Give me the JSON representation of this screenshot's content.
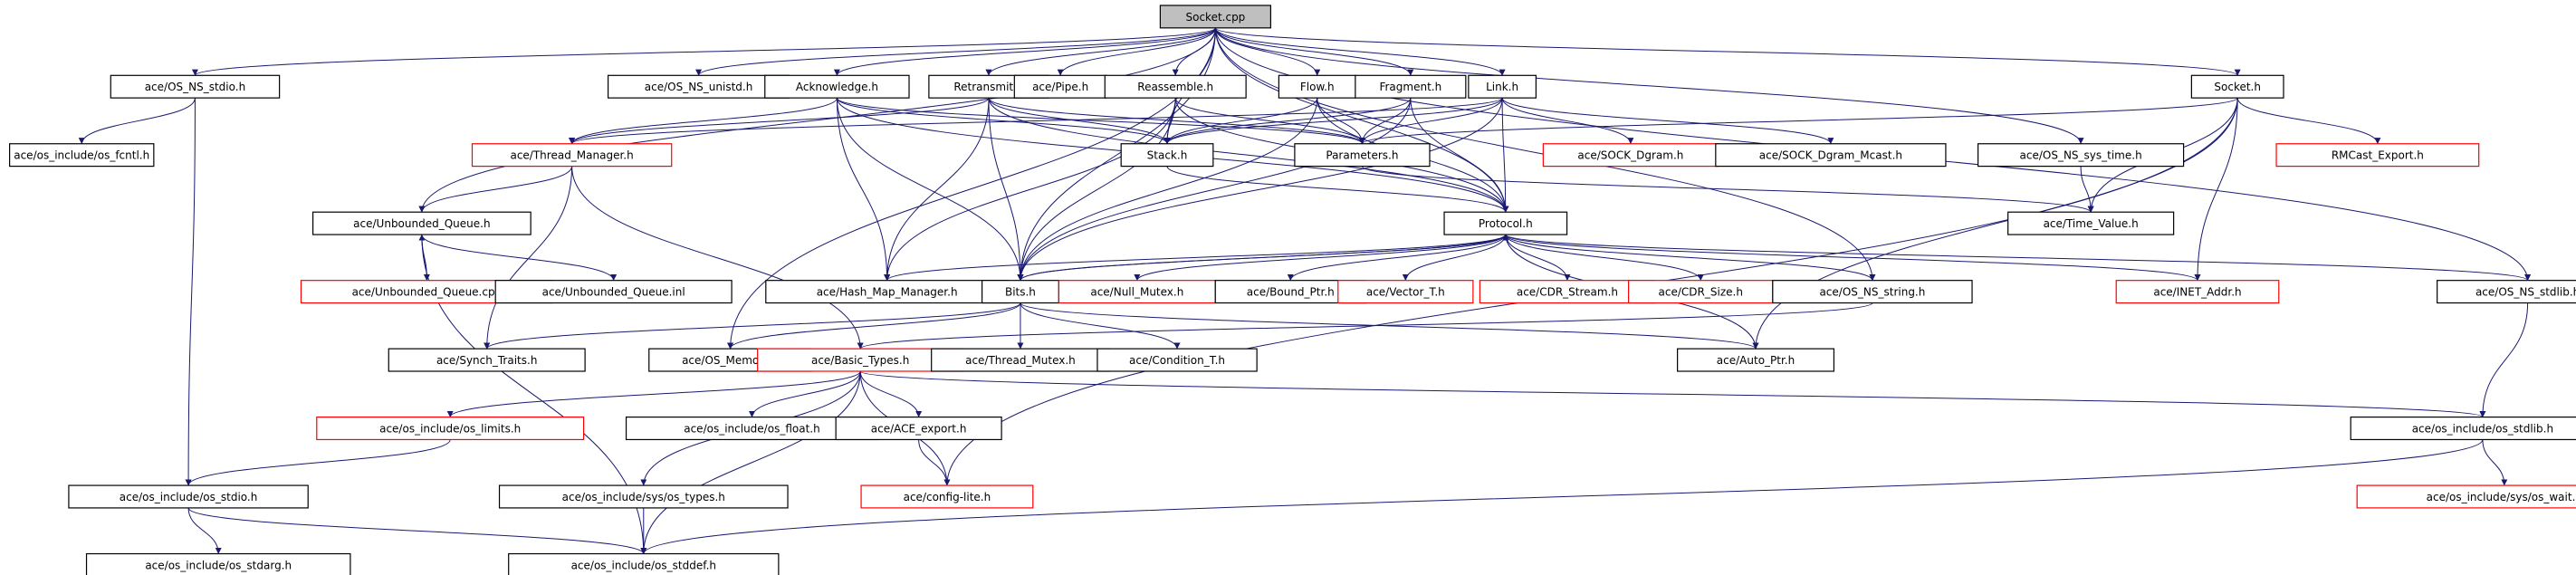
{
  "colors": {
    "edge": "#191970",
    "border_default": "#000000",
    "border_external": "#ff0000",
    "root_fill": "#bfbfbf",
    "fill": "#ffffff",
    "text": "#000000"
  },
  "root": "Socket.cpp",
  "nodes": [
    {
      "id": "socket_cpp",
      "label": "Socket.cpp",
      "style": "root"
    },
    {
      "id": "os_ns_stdio",
      "label": "ace/OS_NS_stdio.h",
      "style": "default"
    },
    {
      "id": "os_ns_unistd",
      "label": "ace/OS_NS_unistd.h",
      "style": "default"
    },
    {
      "id": "acknowledge",
      "label": "Acknowledge.h",
      "style": "default"
    },
    {
      "id": "retransmit",
      "label": "Retransmit.h",
      "style": "default"
    },
    {
      "id": "pipe",
      "label": "ace/Pipe.h",
      "style": "default"
    },
    {
      "id": "reassemble",
      "label": "Reassemble.h",
      "style": "default"
    },
    {
      "id": "flow",
      "label": "Flow.h",
      "style": "default"
    },
    {
      "id": "fragment",
      "label": "Fragment.h",
      "style": "default"
    },
    {
      "id": "link",
      "label": "Link.h",
      "style": "default"
    },
    {
      "id": "socket_h",
      "label": "Socket.h",
      "style": "default"
    },
    {
      "id": "os_fcntl",
      "label": "ace/os_include/os_fcntl.h",
      "style": "default"
    },
    {
      "id": "thread_manager",
      "label": "ace/Thread_Manager.h",
      "style": "external"
    },
    {
      "id": "stack",
      "label": "Stack.h",
      "style": "default"
    },
    {
      "id": "parameters",
      "label": "Parameters.h",
      "style": "default"
    },
    {
      "id": "sock_dgram",
      "label": "ace/SOCK_Dgram.h",
      "style": "external"
    },
    {
      "id": "sock_dgram_mcast",
      "label": "ace/SOCK_Dgram_Mcast.h",
      "style": "default"
    },
    {
      "id": "os_ns_sys_time",
      "label": "ace/OS_NS_sys_time.h",
      "style": "default"
    },
    {
      "id": "rmcast_export",
      "label": "RMCast_Export.h",
      "style": "external"
    },
    {
      "id": "unbounded_queue_h",
      "label": "ace/Unbounded_Queue.h",
      "style": "default"
    },
    {
      "id": "protocol",
      "label": "Protocol.h",
      "style": "default"
    },
    {
      "id": "time_value",
      "label": "ace/Time_Value.h",
      "style": "default"
    },
    {
      "id": "unbounded_queue_cpp",
      "label": "ace/Unbounded_Queue.cpp",
      "style": "external"
    },
    {
      "id": "unbounded_queue_inl",
      "label": "ace/Unbounded_Queue.inl",
      "style": "default"
    },
    {
      "id": "hash_map_manager",
      "label": "ace/Hash_Map_Manager.h",
      "style": "default"
    },
    {
      "id": "bits",
      "label": "Bits.h",
      "style": "default"
    },
    {
      "id": "null_mutex",
      "label": "ace/Null_Mutex.h",
      "style": "external"
    },
    {
      "id": "bound_ptr",
      "label": "ace/Bound_Ptr.h",
      "style": "default"
    },
    {
      "id": "vector_t",
      "label": "ace/Vector_T.h",
      "style": "external"
    },
    {
      "id": "cdr_stream",
      "label": "ace/CDR_Stream.h",
      "style": "external"
    },
    {
      "id": "cdr_size",
      "label": "ace/CDR_Size.h",
      "style": "external"
    },
    {
      "id": "os_ns_string",
      "label": "ace/OS_NS_string.h",
      "style": "default"
    },
    {
      "id": "inet_addr",
      "label": "ace/INET_Addr.h",
      "style": "external"
    },
    {
      "id": "os_ns_stdlib",
      "label": "ace/OS_NS_stdlib.h",
      "style": "default"
    },
    {
      "id": "synch_traits",
      "label": "ace/Synch_Traits.h",
      "style": "default"
    },
    {
      "id": "os_memory",
      "label": "ace/OS_Memory.h",
      "style": "default"
    },
    {
      "id": "basic_types",
      "label": "ace/Basic_Types.h",
      "style": "external"
    },
    {
      "id": "thread_mutex",
      "label": "ace/Thread_Mutex.h",
      "style": "default"
    },
    {
      "id": "condition_t",
      "label": "ace/Condition_T.h",
      "style": "default"
    },
    {
      "id": "auto_ptr",
      "label": "ace/Auto_Ptr.h",
      "style": "default"
    },
    {
      "id": "os_limits",
      "label": "ace/os_include/os_limits.h",
      "style": "external"
    },
    {
      "id": "os_float",
      "label": "ace/os_include/os_float.h",
      "style": "default"
    },
    {
      "id": "ace_export",
      "label": "ace/ACE_export.h",
      "style": "default"
    },
    {
      "id": "os_stdlib_inc",
      "label": "ace/os_include/os_stdlib.h",
      "style": "default"
    },
    {
      "id": "os_stdio_inc",
      "label": "ace/os_include/os_stdio.h",
      "style": "default"
    },
    {
      "id": "os_types",
      "label": "ace/os_include/sys/os_types.h",
      "style": "default"
    },
    {
      "id": "config_lite",
      "label": "ace/config-lite.h",
      "style": "external"
    },
    {
      "id": "os_wait",
      "label": "ace/os_include/sys/os_wait.h",
      "style": "external"
    },
    {
      "id": "os_stdarg",
      "label": "ace/os_include/os_stdarg.h",
      "style": "default"
    },
    {
      "id": "os_stddef",
      "label": "ace/os_include/os_stddef.h",
      "style": "default"
    }
  ],
  "edges": [
    [
      "socket_cpp",
      "os_ns_stdio"
    ],
    [
      "socket_cpp",
      "os_ns_unistd"
    ],
    [
      "socket_cpp",
      "acknowledge"
    ],
    [
      "socket_cpp",
      "retransmit"
    ],
    [
      "socket_cpp",
      "pipe"
    ],
    [
      "socket_cpp",
      "reassemble"
    ],
    [
      "socket_cpp",
      "flow"
    ],
    [
      "socket_cpp",
      "fragment"
    ],
    [
      "socket_cpp",
      "link"
    ],
    [
      "socket_cpp",
      "socket_h"
    ],
    [
      "socket_cpp",
      "os_ns_sys_time"
    ],
    [
      "socket_cpp",
      "os_ns_stdlib"
    ],
    [
      "socket_cpp",
      "os_ns_string"
    ],
    [
      "socket_cpp",
      "protocol"
    ],
    [
      "socket_cpp",
      "bits"
    ],
    [
      "socket_cpp",
      "unbounded_queue_h"
    ],
    [
      "socket_cpp",
      "os_memory"
    ],
    [
      "socket_cpp",
      "stack"
    ],
    [
      "os_ns_stdio",
      "os_fcntl"
    ],
    [
      "os_ns_stdio",
      "os_stdio_inc"
    ],
    [
      "acknowledge",
      "thread_manager"
    ],
    [
      "acknowledge",
      "stack"
    ],
    [
      "acknowledge",
      "parameters"
    ],
    [
      "acknowledge",
      "protocol"
    ],
    [
      "acknowledge",
      "hash_map_manager"
    ],
    [
      "acknowledge",
      "bits"
    ],
    [
      "retransmit",
      "thread_manager"
    ],
    [
      "retransmit",
      "stack"
    ],
    [
      "retransmit",
      "parameters"
    ],
    [
      "retransmit",
      "protocol"
    ],
    [
      "retransmit",
      "hash_map_manager"
    ],
    [
      "retransmit",
      "bits"
    ],
    [
      "reassemble",
      "stack"
    ],
    [
      "reassemble",
      "parameters"
    ],
    [
      "reassemble",
      "protocol"
    ],
    [
      "reassemble",
      "bits"
    ],
    [
      "reassemble",
      "hash_map_manager"
    ],
    [
      "flow",
      "stack"
    ],
    [
      "flow",
      "parameters"
    ],
    [
      "flow",
      "protocol"
    ],
    [
      "flow",
      "bits"
    ],
    [
      "fragment",
      "stack"
    ],
    [
      "fragment",
      "parameters"
    ],
    [
      "fragment",
      "protocol"
    ],
    [
      "fragment",
      "bits"
    ],
    [
      "link",
      "stack"
    ],
    [
      "link",
      "parameters"
    ],
    [
      "link",
      "protocol"
    ],
    [
      "link",
      "bits"
    ],
    [
      "link",
      "sock_dgram"
    ],
    [
      "link",
      "sock_dgram_mcast"
    ],
    [
      "link",
      "thread_manager"
    ],
    [
      "socket_h",
      "parameters"
    ],
    [
      "socket_h",
      "rmcast_export"
    ],
    [
      "socket_h",
      "time_value"
    ],
    [
      "socket_h",
      "inet_addr"
    ],
    [
      "socket_h",
      "auto_ptr"
    ],
    [
      "socket_h",
      "config_lite"
    ],
    [
      "os_ns_sys_time",
      "time_value"
    ],
    [
      "thread_manager",
      "unbounded_queue_h"
    ],
    [
      "thread_manager",
      "synch_traits"
    ],
    [
      "thread_manager",
      "basic_types"
    ],
    [
      "stack",
      "protocol"
    ],
    [
      "parameters",
      "time_value"
    ],
    [
      "unbounded_queue_h",
      "unbounded_queue_cpp"
    ],
    [
      "unbounded_queue_cpp",
      "unbounded_queue_h"
    ],
    [
      "unbounded_queue_h",
      "unbounded_queue_inl"
    ],
    [
      "unbounded_queue_h",
      "os_stddef"
    ],
    [
      "protocol",
      "bits"
    ],
    [
      "protocol",
      "hash_map_manager"
    ],
    [
      "protocol",
      "null_mutex"
    ],
    [
      "protocol",
      "bound_ptr"
    ],
    [
      "protocol",
      "vector_t"
    ],
    [
      "protocol",
      "cdr_stream"
    ],
    [
      "protocol",
      "cdr_size"
    ],
    [
      "protocol",
      "os_ns_string"
    ],
    [
      "protocol",
      "inet_addr"
    ],
    [
      "protocol",
      "os_ns_stdlib"
    ],
    [
      "protocol",
      "auto_ptr"
    ],
    [
      "bits",
      "synch_traits"
    ],
    [
      "bits",
      "os_memory"
    ],
    [
      "bits",
      "thread_mutex"
    ],
    [
      "bits",
      "condition_t"
    ],
    [
      "bits",
      "auto_ptr"
    ],
    [
      "bits",
      "protocol"
    ],
    [
      "os_ns_string",
      "basic_types"
    ],
    [
      "os_ns_stdlib",
      "os_stdlib_inc"
    ],
    [
      "basic_types",
      "os_limits"
    ],
    [
      "basic_types",
      "os_float"
    ],
    [
      "basic_types",
      "ace_export"
    ],
    [
      "basic_types",
      "os_types"
    ],
    [
      "basic_types",
      "config_lite"
    ],
    [
      "basic_types",
      "os_stdlib_inc"
    ],
    [
      "basic_types",
      "os_stddef"
    ],
    [
      "ace_export",
      "config_lite"
    ],
    [
      "os_limits",
      "os_stdio_inc"
    ],
    [
      "os_stdlib_inc",
      "os_wait"
    ],
    [
      "os_stdlib_inc",
      "os_stddef"
    ],
    [
      "os_stdio_inc",
      "os_stdarg"
    ],
    [
      "os_stdio_inc",
      "os_stddef"
    ],
    [
      "os_types",
      "os_stddef"
    ]
  ]
}
